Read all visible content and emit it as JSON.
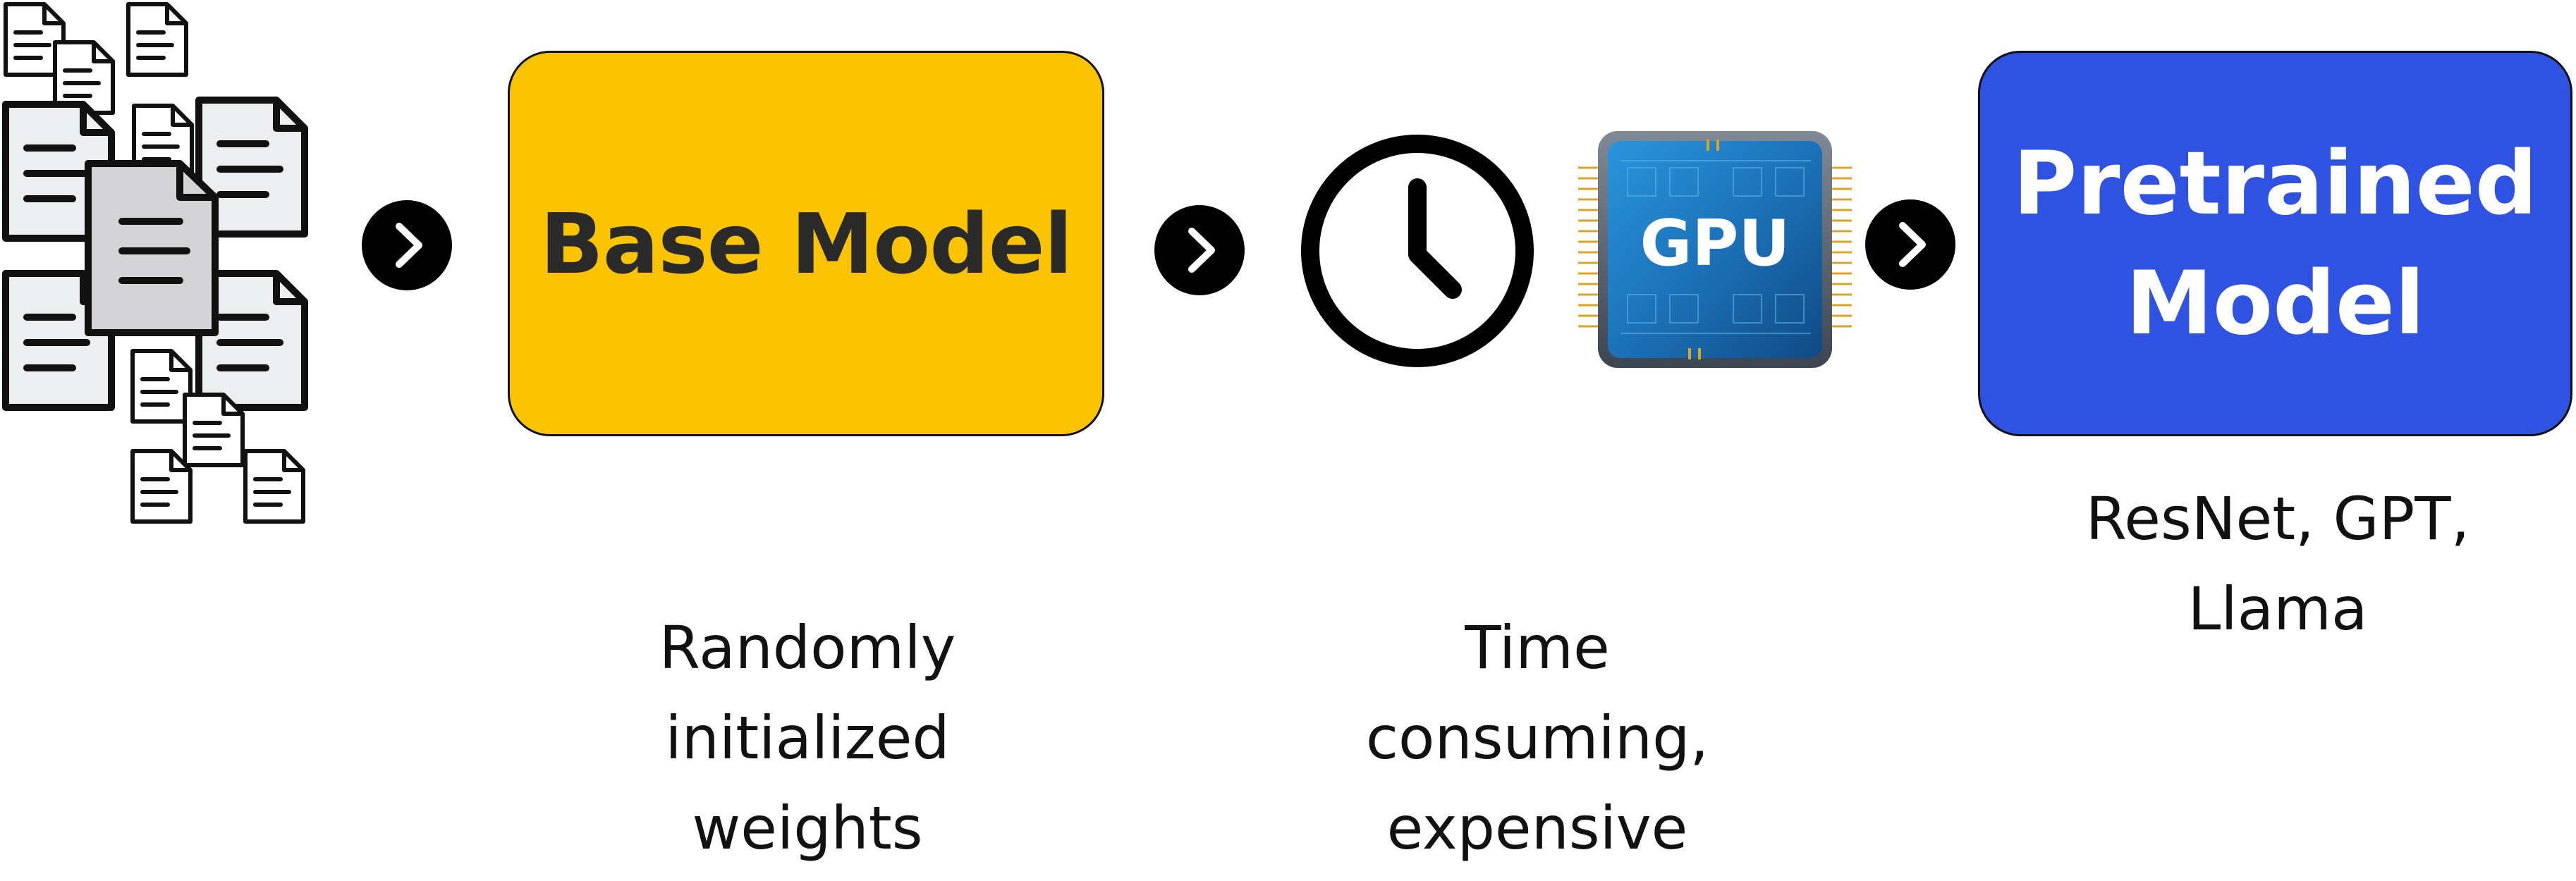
{
  "colors": {
    "base_model_fill": "#FCC301",
    "pretrained_model_fill": "#2F52E0",
    "arrow_fill": "#000000",
    "gpu_chip": "#1E7DC4"
  },
  "icons": {
    "documents": "documents-icon",
    "arrow": "chevron-right-circle-icon",
    "clock": "clock-icon",
    "gpu": "gpu-chip-icon"
  },
  "base_model": {
    "label": "Base Model",
    "caption": [
      "Randomly",
      "initialized",
      "weights"
    ]
  },
  "training": {
    "gpu_label": "GPU",
    "caption": [
      "Time",
      "consuming,",
      "expensive"
    ]
  },
  "pretrained_model": {
    "label": [
      "Pretrained",
      "Model"
    ],
    "caption": [
      "ResNet, GPT,",
      "Llama"
    ]
  }
}
